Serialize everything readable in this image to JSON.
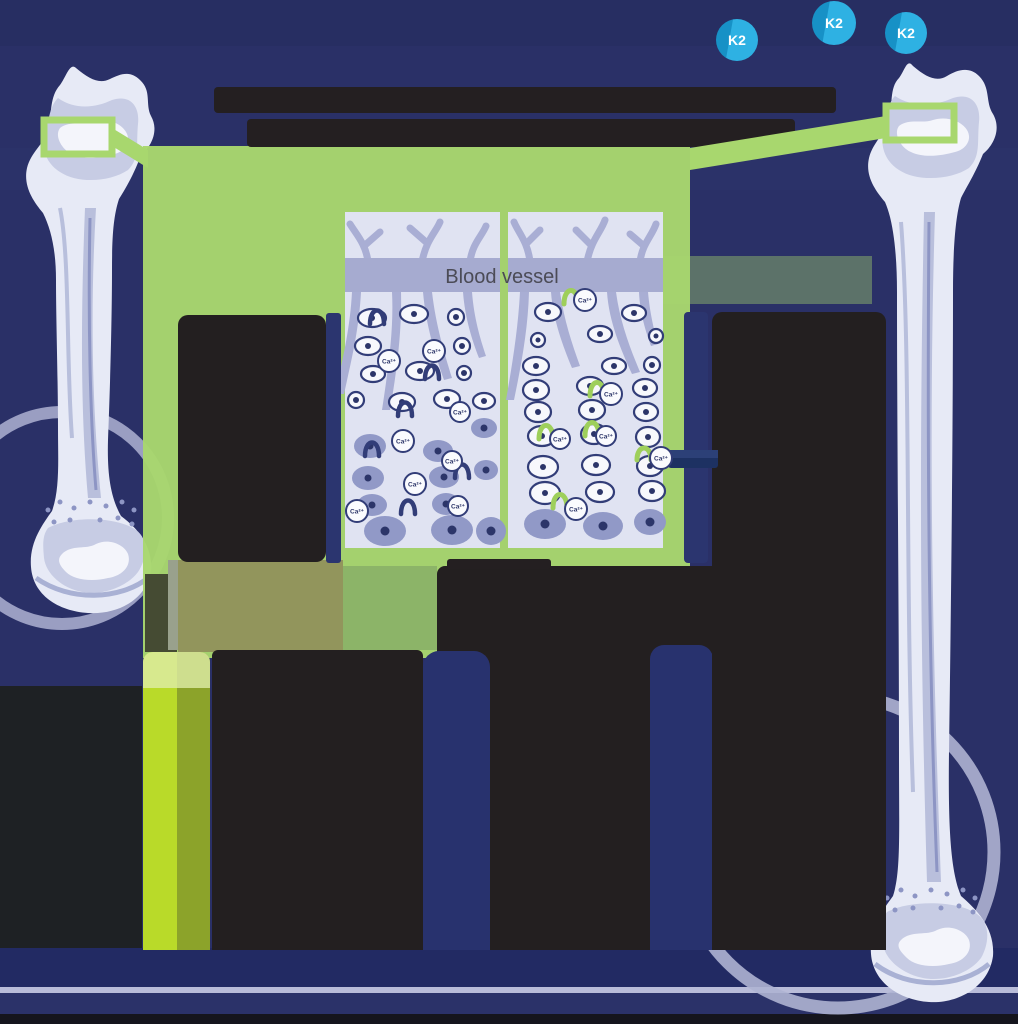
{
  "badges": {
    "label": "K2",
    "count": 3,
    "color": "#2aade0",
    "color_shadow": "#1791c6"
  },
  "diagram": {
    "blood_vessel_label": "Blood vessel",
    "ca_label": "Ca²⁺",
    "panel_fill": "#e0e3f2",
    "vessel_band": "#a6abd0",
    "cell_outline": "#323d78",
    "cell_fill": "#9199c7",
    "osteocalcin_inactive_color": "#323d78",
    "osteocalcin_active_color": "#9ecf5b",
    "green_accent": "#a8d76e"
  },
  "bars": {
    "lime": "#b9da29",
    "lime_shade": "#8ca32a",
    "navy": "#28326e"
  },
  "page": {
    "background": "#2a3067",
    "footer_line": "#b9bcd9",
    "redacted_block": "#231f20"
  }
}
